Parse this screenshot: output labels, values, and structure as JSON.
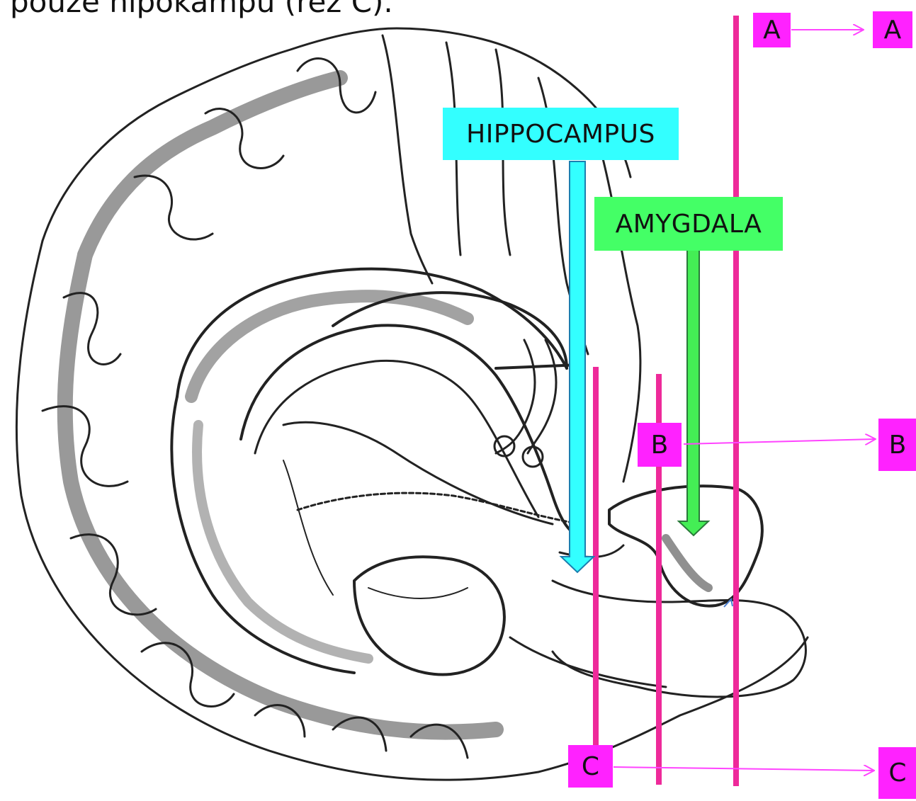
{
  "caption": "pouze hipokampu (řez C).",
  "labels": {
    "hippocampus": "HIPPOCAMPUS",
    "amygdala": "AMYGDALA"
  },
  "sections": {
    "a_left": "A",
    "a_right": "A",
    "b_left": "B",
    "b_right": "B",
    "c_left": "C",
    "c_right": "C"
  },
  "colors": {
    "section_line": "#ee2a9a",
    "section_label_bg": "#ff22ff",
    "connector": "#ff44ff",
    "hippocampus_bg": "#33ffff",
    "hippocampus_arrow": "#33ffff",
    "amygdala_bg": "#44ff66",
    "amygdala_arrow": "#44ee55"
  }
}
